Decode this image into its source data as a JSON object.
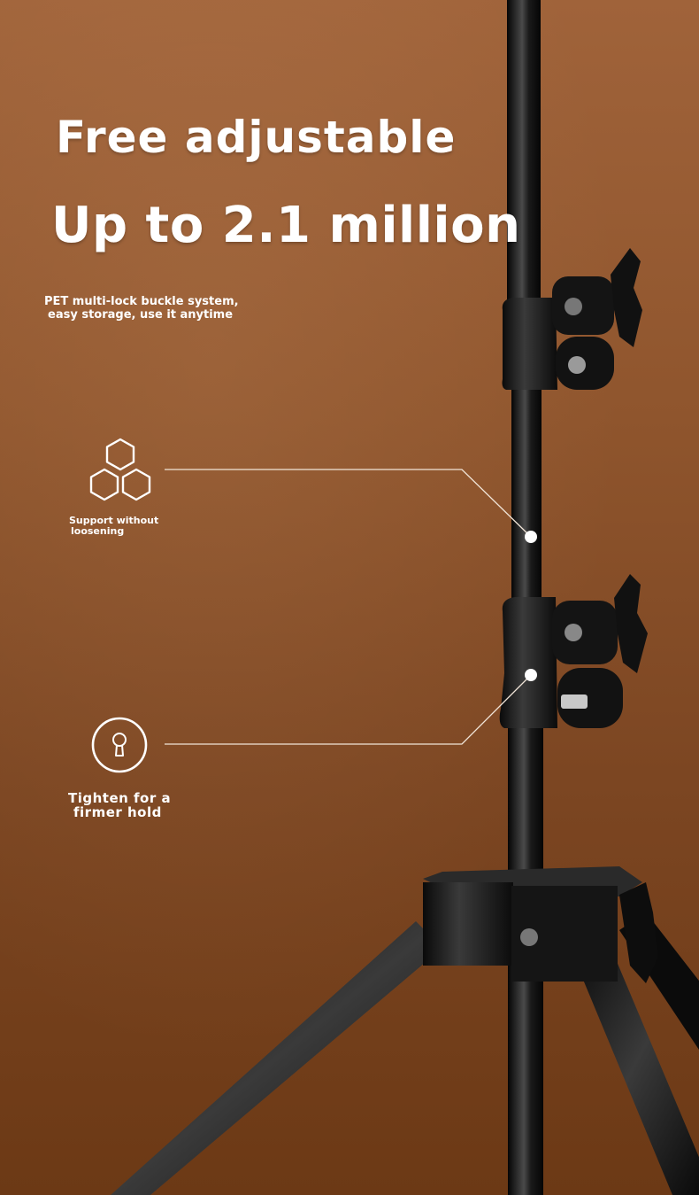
{
  "headline": {
    "line1": "Free adjustable",
    "line2": "Up to 2.1 million"
  },
  "subtext": {
    "line1": "PET multi-lock buckle system,",
    "line2": "easy storage, use it anytime"
  },
  "features": [
    {
      "icon": "hexagon-cluster-icon",
      "label_line1": "Support without",
      "label_line2": "loosening"
    },
    {
      "icon": "keyhole-icon",
      "label_line1": "Tighten for a",
      "label_line2": "firmer hold"
    }
  ],
  "colors": {
    "background_top": "#a0633a",
    "background_bottom": "#6c3915",
    "text": "#ffffff",
    "stand": "#111111"
  }
}
